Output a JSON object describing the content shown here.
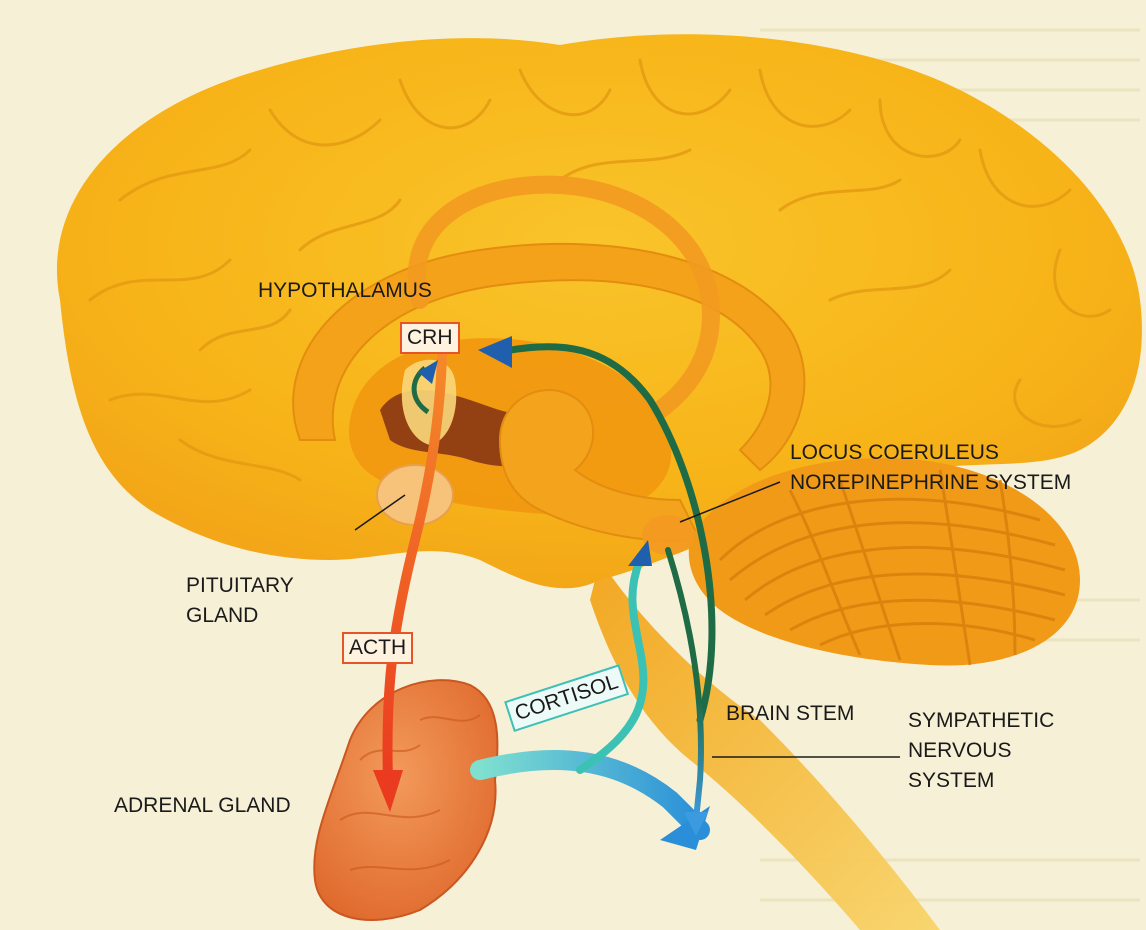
{
  "labels": {
    "hypothalamus": "HYPOTHALAMUS",
    "crh": "CRH",
    "locus_line1": "LOCUS COERULEUS",
    "locus_line2": "NOREPINEPHRINE SYSTEM",
    "pituitary_line1": "PITUITARY",
    "pituitary_line2": "GLAND",
    "acth": "ACTH",
    "cortisol": "CORTISOL",
    "brain_stem": "BRAIN STEM",
    "sympathetic_line1": "SYMPATHETIC",
    "sympathetic_line2": "NERVOUS",
    "sympathetic_line3": "SYSTEM",
    "adrenal_gland": "ADRENAL GLAND"
  },
  "colors": {
    "background": "#f6f0d6",
    "brain": "#f7b418",
    "brain_inner": "#f2a01a",
    "cerebellum": "#f09a1a",
    "adrenal": "#e8793a",
    "red_arrow": "#ee4a24",
    "green_arrow": "#1f6b46",
    "teal_arrow": "#3cc2b4",
    "blue_arrow": "#2a8fd8"
  }
}
